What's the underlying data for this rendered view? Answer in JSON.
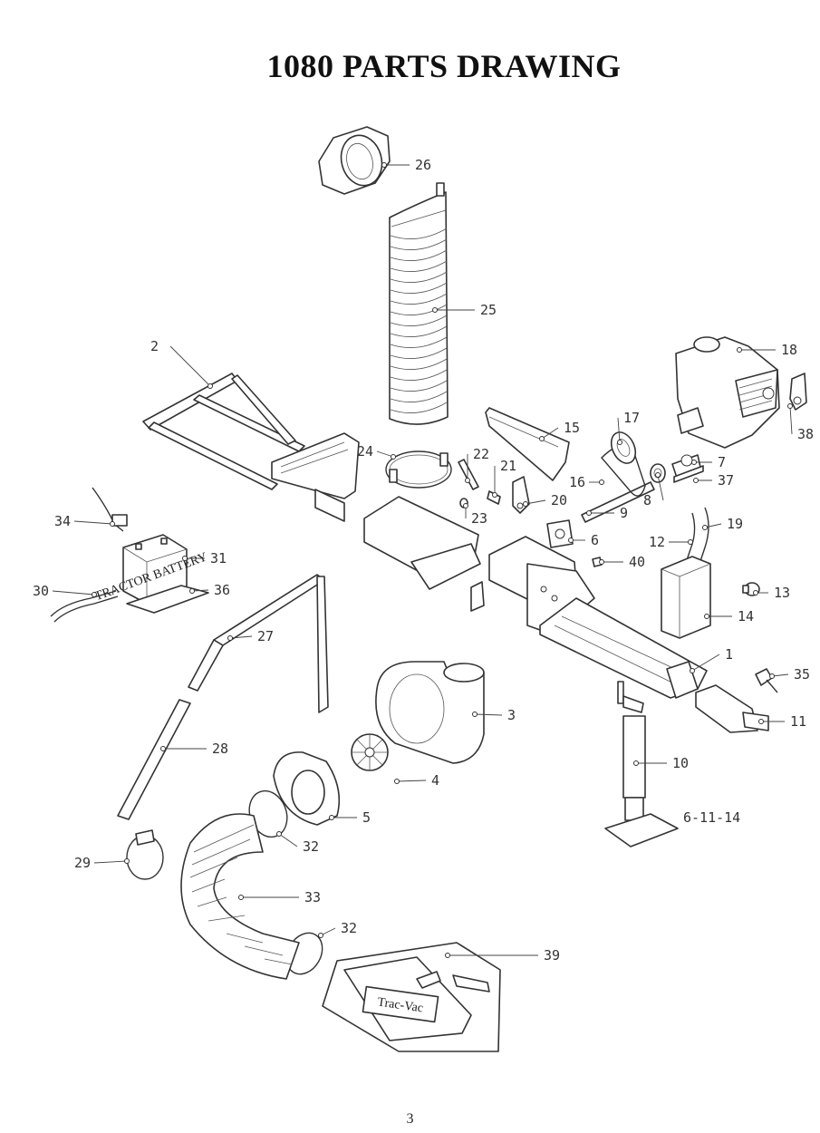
{
  "title": "1080 PARTS DRAWING",
  "date": "6-11-14",
  "page_number": "3",
  "battery_label": "TRACTOR BATTERY",
  "brand_label": "Trac-Vac",
  "callouts": [
    {
      "id": "c1",
      "label": "1"
    },
    {
      "id": "c2",
      "label": "2"
    },
    {
      "id": "c3",
      "label": "3"
    },
    {
      "id": "c4",
      "label": "4"
    },
    {
      "id": "c5",
      "label": "5"
    },
    {
      "id": "c6",
      "label": "6"
    },
    {
      "id": "c7",
      "label": "7"
    },
    {
      "id": "c8",
      "label": "8"
    },
    {
      "id": "c9",
      "label": "9"
    },
    {
      "id": "c10",
      "label": "10"
    },
    {
      "id": "c11",
      "label": "11"
    },
    {
      "id": "c12",
      "label": "12"
    },
    {
      "id": "c13",
      "label": "13"
    },
    {
      "id": "c14",
      "label": "14"
    },
    {
      "id": "c15",
      "label": "15"
    },
    {
      "id": "c16",
      "label": "16"
    },
    {
      "id": "c17",
      "label": "17"
    },
    {
      "id": "c18",
      "label": "18"
    },
    {
      "id": "c19",
      "label": "19"
    },
    {
      "id": "c20",
      "label": "20"
    },
    {
      "id": "c21",
      "label": "21"
    },
    {
      "id": "c22",
      "label": "22"
    },
    {
      "id": "c23",
      "label": "23"
    },
    {
      "id": "c24",
      "label": "24"
    },
    {
      "id": "c25",
      "label": "25"
    },
    {
      "id": "c26",
      "label": "26"
    },
    {
      "id": "c27",
      "label": "27"
    },
    {
      "id": "c28",
      "label": "28"
    },
    {
      "id": "c29",
      "label": "29"
    },
    {
      "id": "c30",
      "label": "30"
    },
    {
      "id": "c31",
      "label": "31"
    },
    {
      "id": "c32a",
      "label": "32"
    },
    {
      "id": "c32b",
      "label": "32"
    },
    {
      "id": "c33",
      "label": "33"
    },
    {
      "id": "c34",
      "label": "34"
    },
    {
      "id": "c35",
      "label": "35"
    },
    {
      "id": "c36",
      "label": "36"
    },
    {
      "id": "c37",
      "label": "37"
    },
    {
      "id": "c38",
      "label": "38"
    },
    {
      "id": "c39",
      "label": "39"
    },
    {
      "id": "c40",
      "label": "40"
    }
  ]
}
